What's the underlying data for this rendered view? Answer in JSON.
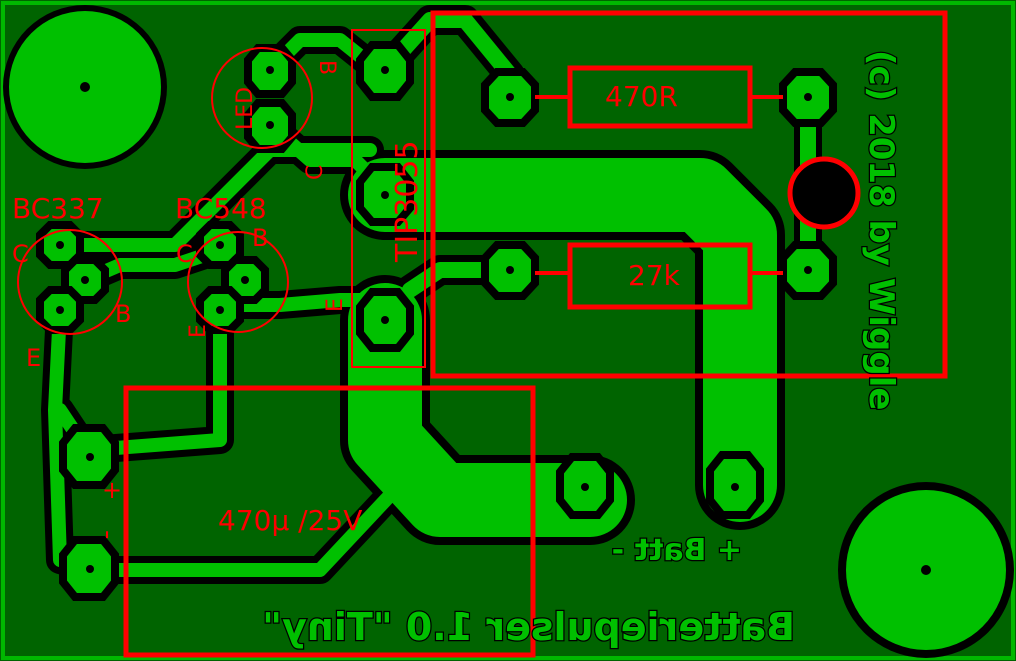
{
  "board": {
    "title": "Batteriepulser 1.0 \"Tiny\"",
    "credit": "(c) 2018 by Wiggle",
    "colors": {
      "background": "#006400",
      "copper": "#00c000",
      "outline": "#000000",
      "silkscreen": "#ff0000",
      "edge": "#00b800"
    }
  },
  "components": {
    "tr1_label": "BC337",
    "tr2_label": "BC548",
    "ic_label": "TIP3055",
    "led_label": "LED",
    "r1_value": "470R",
    "r2_value": "27k",
    "cap_value": "470µ /25V"
  },
  "pins": {
    "tr1_c": "C",
    "tr1_b": "B",
    "tr1_e": "E",
    "tr2_c": "C",
    "tr2_b": "B",
    "tr2_e": "E",
    "ic_b": "B",
    "ic_c": "C",
    "ic_e": "E",
    "cap_plus": "+",
    "cap_minus": "-"
  },
  "connectors": {
    "batt_label": "+ Batt -"
  }
}
